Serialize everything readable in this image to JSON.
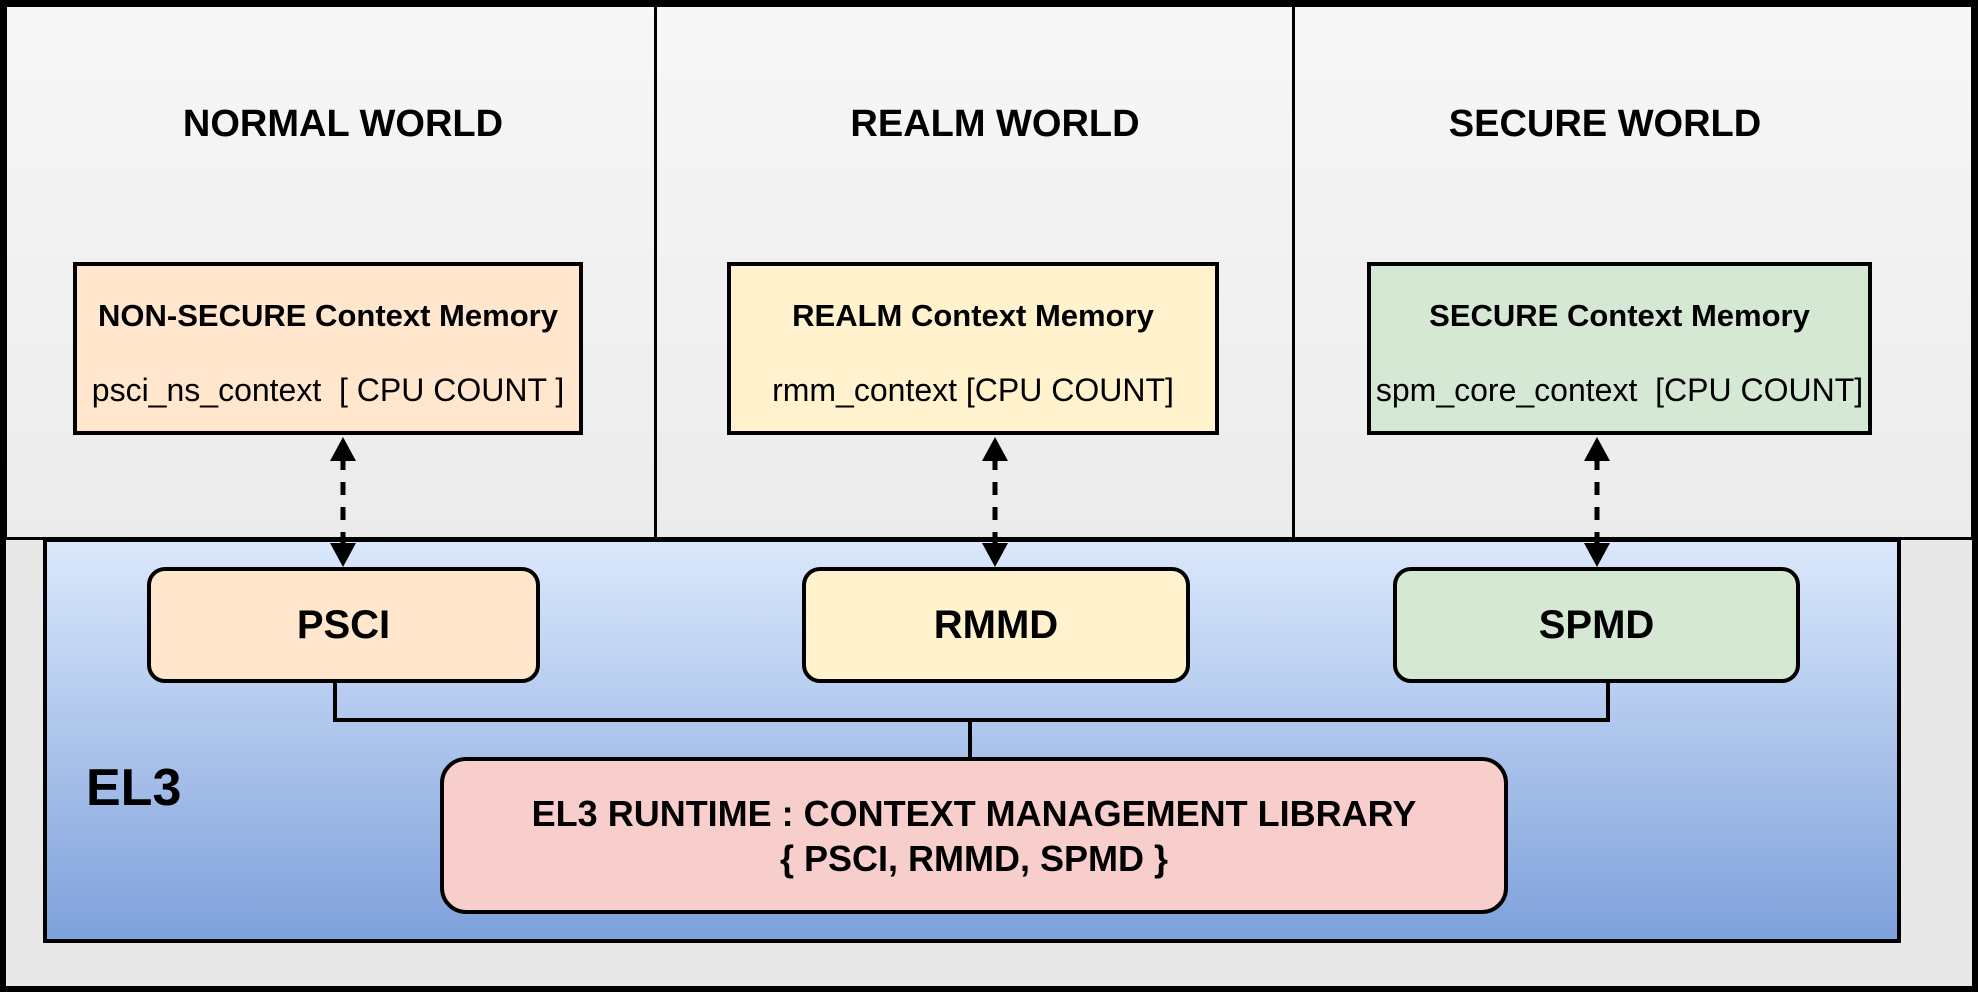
{
  "diagram": {
    "worlds": [
      {
        "title": "NORMAL WORLD",
        "memory_box": {
          "title": "NON-SECURE Context Memory",
          "code": "psci_ns_context  [ CPU COUNT ]",
          "fill_color": "#FFE6CC"
        }
      },
      {
        "title": "REALM WORLD",
        "memory_box": {
          "title": "REALM Context Memory",
          "code": "rmm_context [CPU COUNT]",
          "fill_color": "#FFF2CC"
        }
      },
      {
        "title": "SECURE WORLD",
        "memory_box": {
          "title": "SECURE Context Memory",
          "code": "spm_core_context  [CPU COUNT]",
          "fill_color": "#D5E8D4"
        }
      }
    ],
    "el3": {
      "label": "EL3",
      "fill_gradient_top": "#DBE8FC",
      "fill_gradient_bottom": "#7EA1DB",
      "services": [
        {
          "name": "PSCI",
          "fill_color": "#FFE6CC"
        },
        {
          "name": "RMMD",
          "fill_color": "#FFF2CC"
        },
        {
          "name": "SPMD",
          "fill_color": "#D5E8D4"
        }
      ],
      "runtime_box": {
        "line1": "EL3 RUNTIME : CONTEXT MANAGEMENT LIBRARY",
        "line2": "{ PSCI, RMMD, SPMD }",
        "fill_color": "#F8CECC"
      }
    },
    "connector_color": "#000000",
    "panel_fill_color": "#F3F3F3",
    "background_color": "#E8E8E8"
  }
}
